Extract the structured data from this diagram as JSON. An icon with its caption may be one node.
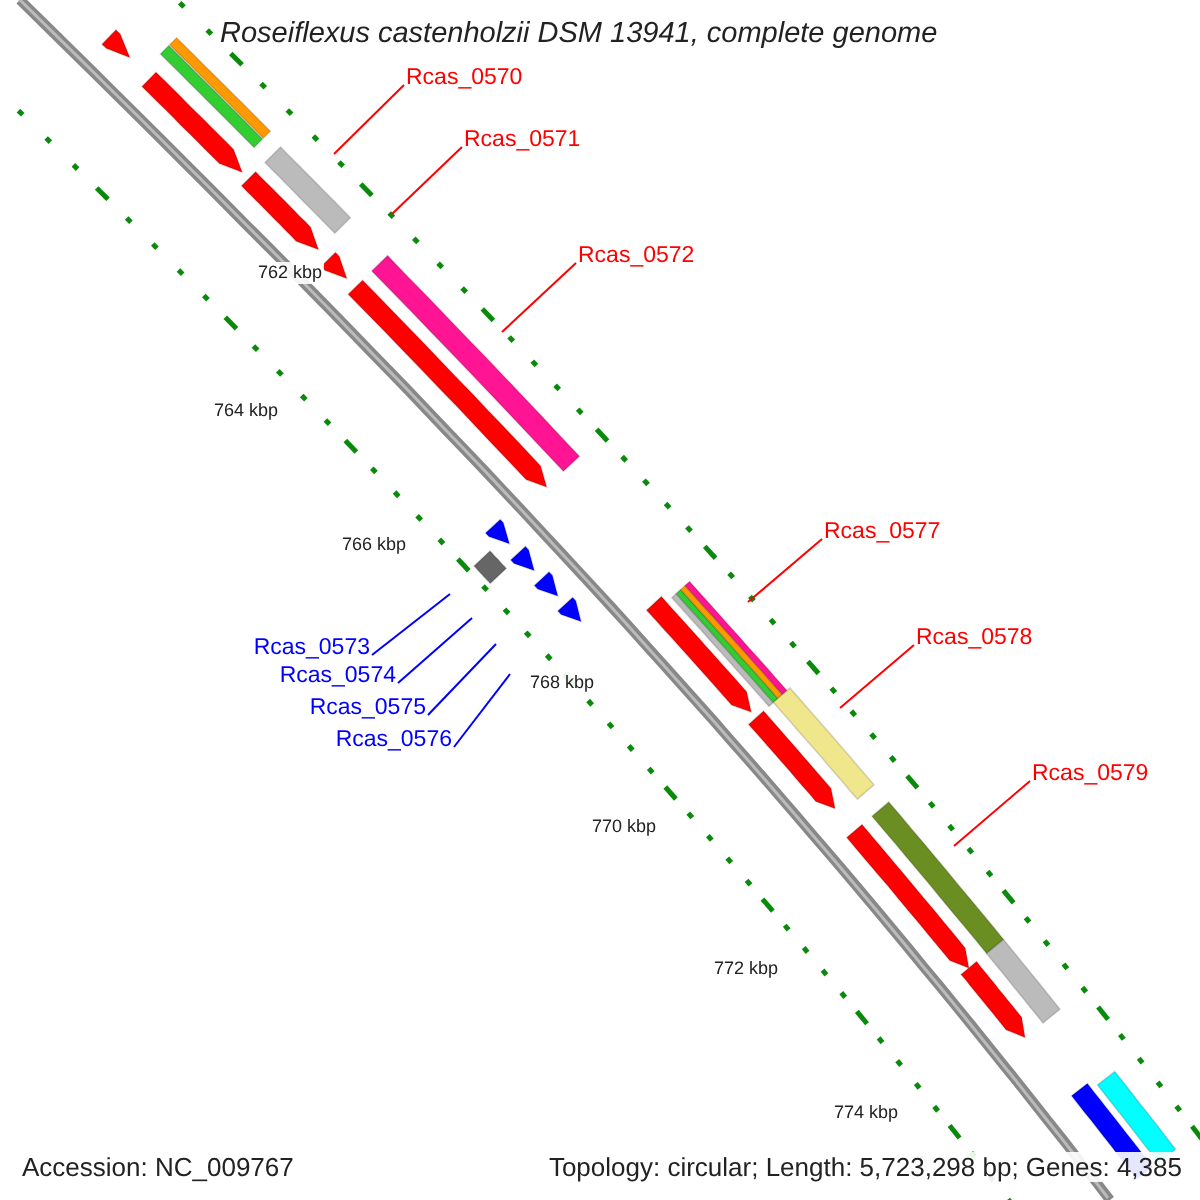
{
  "diagram": {
    "title": "Roseiflexus castenholzii DSM 13941, complete genome",
    "nodes": [
      {
        "text": [
          "Rcas_0570"
        ]
      },
      {
        "text": [
          "Rcas_0571"
        ]
      },
      {
        "text": [
          "Rcas_0572"
        ]
      },
      {
        "text": [
          "Rcas_0577"
        ]
      },
      {
        "text": [
          "Rcas_0578"
        ]
      },
      {
        "text": [
          "Rcas_0573"
        ]
      },
      {
        "text": [
          "Rcas_0574"
        ]
      },
      {
        "text": [
          "Rcas_0575"
        ]
      },
      {
        "text": [
          "Rcas_0576"
        ]
      },
      {
        "text": [
          "Rcas_0579"
        ]
      }
    ],
    "edges": [
      {
        "from": 0,
        "to": null,
        "arrow": "none"
      },
      {
        "from": 1,
        "to": null,
        "arrow": "none"
      },
      {
        "from": 2,
        "to": null,
        "arrow": "none"
      },
      {
        "from": 3,
        "to": null,
        "arrow": "none"
      },
      {
        "from": 4,
        "to": null,
        "arrow": "none"
      },
      {
        "from": 5,
        "to": null,
        "arrow": "none",
        "color": "#0000ff"
      },
      {
        "from": 6,
        "to": null,
        "arrow": "none",
        "color": "#0000ff"
      },
      {
        "from": 7,
        "to": null,
        "arrow": "none",
        "color": "#0000ff"
      },
      {
        "from": 8,
        "to": null,
        "arrow": "none",
        "color": "#0000ff"
      },
      {
        "from": 9,
        "to": null,
        "arrow": "none"
      }
    ],
    "labels": [
      "762 kbp",
      "764 kbp",
      "766 kbp",
      "768 kbp",
      "770 kbp",
      "772 kbp",
      "774 kbp",
      "Accession: NC_009767",
      "Topology: circular; Length: 5,723,298 bp; Genes: 4,385"
    ]
  }
}
